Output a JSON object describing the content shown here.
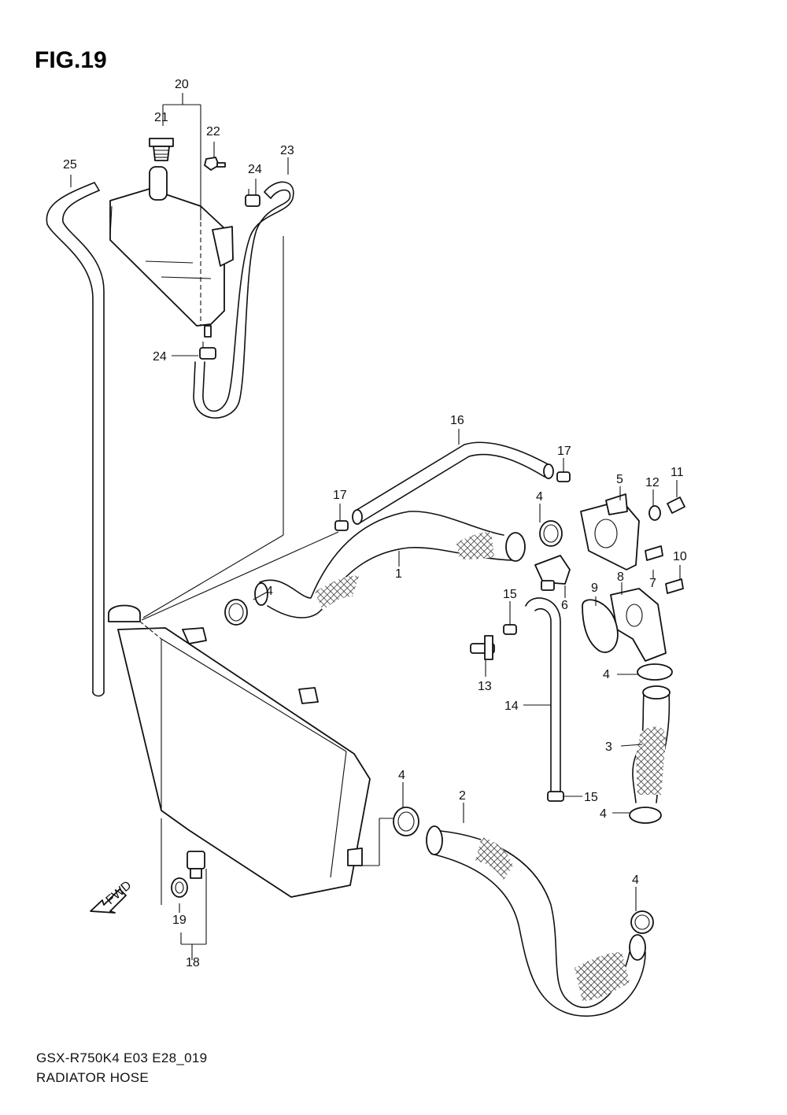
{
  "figure": {
    "title": "FIG.19",
    "model_code": "GSX-R750K4 E03 E28_019",
    "name": "RADIATOR HOSE",
    "fwd_label": "FWD"
  },
  "callouts": {
    "c1": "1",
    "c2": "2",
    "c3": "3",
    "c4a": "4",
    "c4b": "4",
    "c4c": "4",
    "c4d": "4",
    "c4e": "4",
    "c4f": "4",
    "c5": "5",
    "c6": "6",
    "c7": "7",
    "c8": "8",
    "c9": "9",
    "c10": "10",
    "c11": "11",
    "c12": "12",
    "c13": "13",
    "c14": "14",
    "c15a": "15",
    "c15b": "15",
    "c16": "16",
    "c17a": "17",
    "c17b": "17",
    "c18": "18",
    "c19": "19",
    "c20": "20",
    "c21": "21",
    "c22": "22",
    "c23": "23",
    "c24a": "24",
    "c24b": "24",
    "c25": "25"
  }
}
